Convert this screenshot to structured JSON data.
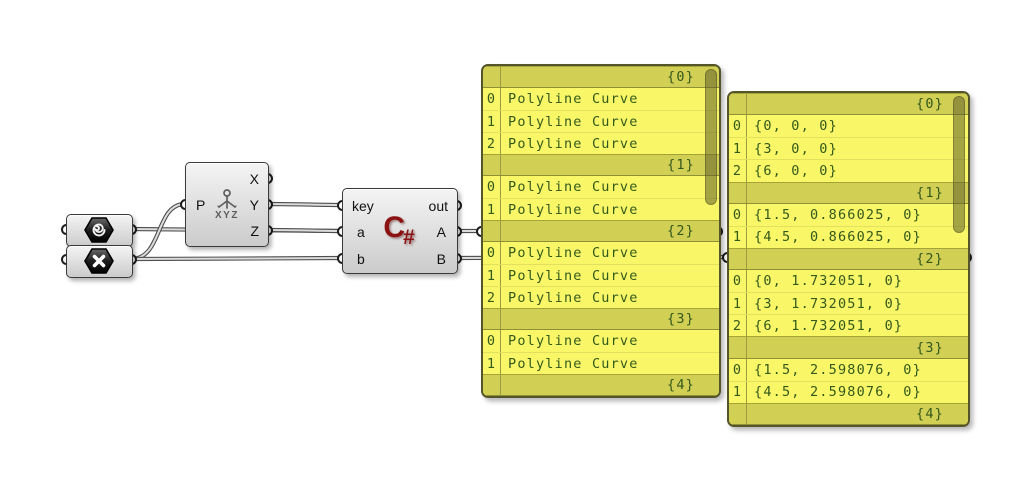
{
  "app_name": "grasshopper-node-canvas",
  "colors": {
    "canvas_bg": "#ffffff",
    "wire_outer": "#4f4f4f",
    "wire_inner": "#dcdcdc",
    "panel_item_bg": "#f9f768",
    "panel_header_bg": "#d2cf55",
    "panel_border": "#55552a",
    "panel_text_green": "#33591c",
    "script_logo_red": "#8c1212"
  },
  "params": [
    {
      "icon": "curve-spiral-icon"
    },
    {
      "icon": "x-mark-icon"
    }
  ],
  "deconstruct": {
    "input_label": "P",
    "output_labels": [
      "X",
      "Y",
      "Z"
    ],
    "icon_text": "XYZ"
  },
  "script": {
    "input_labels": [
      "key",
      "a",
      "b"
    ],
    "output_labels": [
      "out",
      "A",
      "B"
    ],
    "logo": {
      "c": "C",
      "sharp": "#"
    }
  },
  "panels": [
    {
      "rows": [
        {
          "header": "{0}"
        },
        {
          "index": "0",
          "value": "Polyline Curve"
        },
        {
          "index": "1",
          "value": "Polyline Curve"
        },
        {
          "index": "2",
          "value": "Polyline Curve"
        },
        {
          "header": "{1}"
        },
        {
          "index": "0",
          "value": "Polyline Curve"
        },
        {
          "index": "1",
          "value": "Polyline Curve"
        },
        {
          "header": "{2}"
        },
        {
          "index": "0",
          "value": "Polyline Curve"
        },
        {
          "index": "1",
          "value": "Polyline Curve"
        },
        {
          "index": "2",
          "value": "Polyline Curve"
        },
        {
          "header": "{3}"
        },
        {
          "index": "0",
          "value": "Polyline Curve"
        },
        {
          "index": "1",
          "value": "Polyline Curve"
        },
        {
          "header": "{4}"
        }
      ]
    },
    {
      "rows": [
        {
          "header": "{0}"
        },
        {
          "index": "0",
          "value": "{0, 0, 0}"
        },
        {
          "index": "1",
          "value": "{3, 0, 0}"
        },
        {
          "index": "2",
          "value": "{6, 0, 0}"
        },
        {
          "header": "{1}"
        },
        {
          "index": "0",
          "value": "{1.5, 0.866025, 0}"
        },
        {
          "index": "1",
          "value": "{4.5, 0.866025, 0}"
        },
        {
          "header": "{2}"
        },
        {
          "index": "0",
          "value": "{0, 1.732051, 0}"
        },
        {
          "index": "1",
          "value": "{3, 1.732051, 0}"
        },
        {
          "index": "2",
          "value": "{6, 1.732051, 0}"
        },
        {
          "header": "{3}"
        },
        {
          "index": "0",
          "value": "{1.5, 2.598076, 0}"
        },
        {
          "index": "1",
          "value": "{4.5, 2.598076, 0}"
        },
        {
          "header": "{4}"
        }
      ]
    }
  ]
}
